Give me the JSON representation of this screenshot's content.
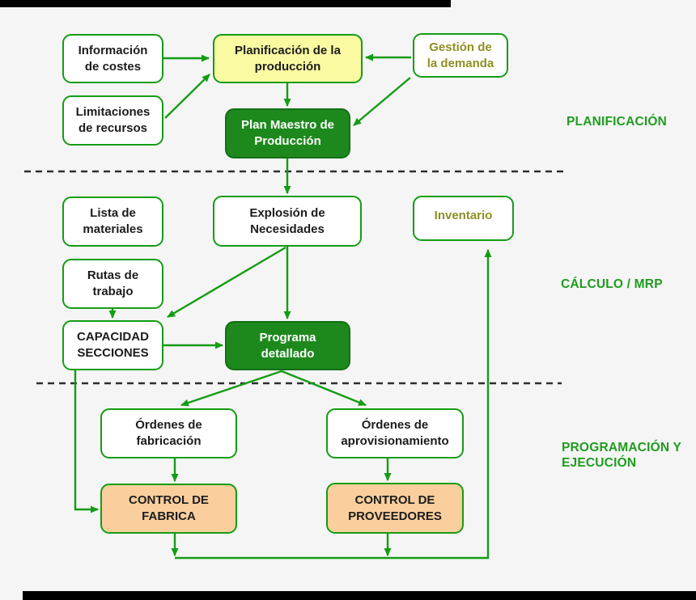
{
  "diagram": {
    "title": "MRP production planning flowchart",
    "colors": {
      "background": "#f5f5f5",
      "line_green": "#149c14",
      "dark_green_fill": "#1d891d",
      "yellow_fill": "#fafaa2",
      "orange_fill": "#fbcf9d",
      "olive_text": "#8f8f22",
      "label_green": "#1f9c1f",
      "dashed_line": "#2e2e2e"
    },
    "sections": [
      {
        "id": "planificacion",
        "label": "PLANIFICACIÓN"
      },
      {
        "id": "calculo",
        "label": "CÁLCULO / MRP"
      },
      {
        "id": "programacion",
        "label": "PROGRAMACIÓN Y\nEJECUCIÓN"
      }
    ],
    "nodes": {
      "informacion_costes": {
        "label": "Información\nde costes",
        "style": "white"
      },
      "limitaciones_recursos": {
        "label": "Limitaciones\nde recursos",
        "style": "white"
      },
      "planificacion_produccion": {
        "label": "Planificación de la\nproducción",
        "style": "yellow"
      },
      "gestion_demanda": {
        "label": "Gestión de\nla demanda",
        "style": "white-olive"
      },
      "plan_maestro": {
        "label": "Plan Maestro de\nProducción",
        "style": "dark-green"
      },
      "lista_materiales": {
        "label": "Lista de\nmateriales",
        "style": "white"
      },
      "explosion_necesidades": {
        "label": "Explosión de\nNecesidades",
        "style": "white"
      },
      "inventario": {
        "label": "Inventario",
        "style": "white-olive"
      },
      "rutas_trabajo": {
        "label": "Rutas de\ntrabajo",
        "style": "white"
      },
      "capacidad_secciones": {
        "label": "CAPACIDAD\nSECCIONES",
        "style": "white"
      },
      "programa_detallado": {
        "label": "Programa\ndetallado",
        "style": "dark-green"
      },
      "ordenes_fabricacion": {
        "label": "Órdenes de\nfabricación",
        "style": "white"
      },
      "ordenes_aprovisionamiento": {
        "label": "Órdenes de\naprovisionamiento",
        "style": "white"
      },
      "control_fabrica": {
        "label": "CONTROL DE\nFABRICA",
        "style": "orange"
      },
      "control_proveedores": {
        "label": "CONTROL DE\nPROVEEDORES",
        "style": "orange"
      }
    }
  }
}
